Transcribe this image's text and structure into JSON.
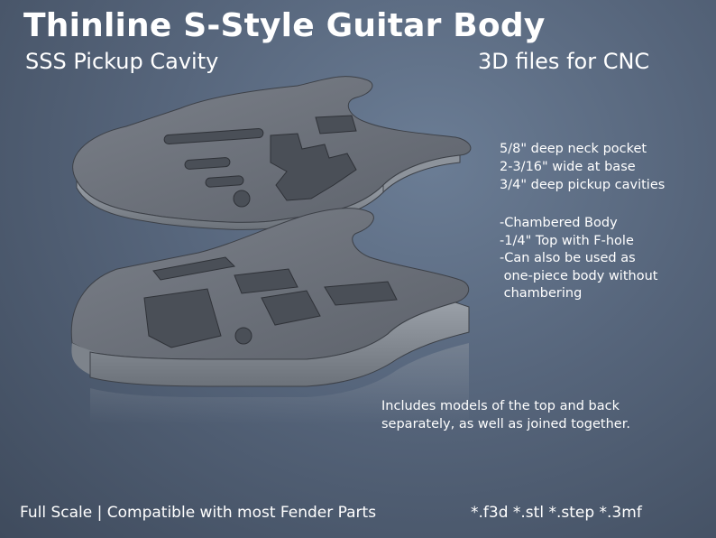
{
  "title": "Thinline S-Style Guitar Body",
  "subtitle_left": "SSS Pickup Cavity",
  "subtitle_right": "3D files for CNC",
  "specs": [
    "5/8\" deep neck pocket",
    "2-3/16\" wide at base",
    "3/4\" deep pickup cavities"
  ],
  "features": [
    "-Chambered Body",
    "-1/4\" Top with F-hole",
    "-Can also be used as",
    " one-piece body without",
    " chambering"
  ],
  "includes": [
    "Includes models of the top and back",
    "separately, as well as joined together."
  ],
  "footer_left": "Full Scale | Compatible with most Fender Parts",
  "footer_right": "*.f3d *.stl *.step *.3mf"
}
